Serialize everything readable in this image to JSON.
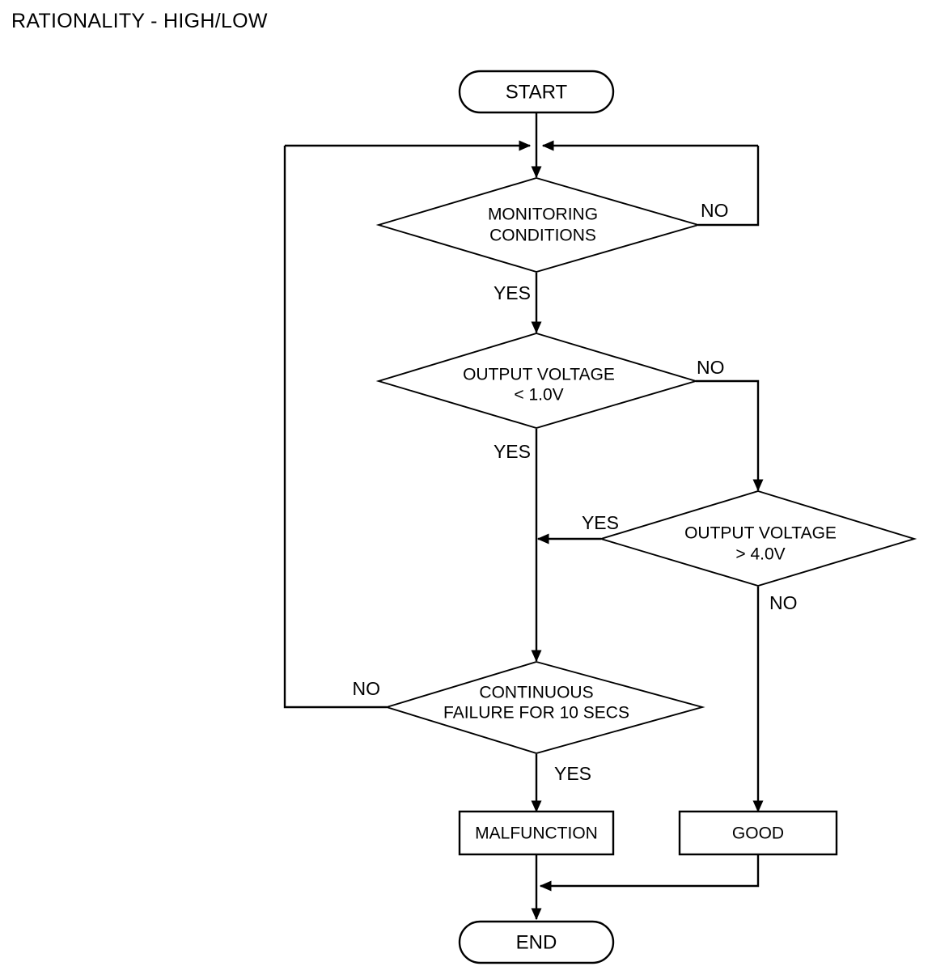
{
  "title": "RATIONALITY - HIGH/LOW",
  "colors": {
    "stroke": "#000000",
    "fill": "#ffffff",
    "text": "#000000"
  },
  "chart_data": {
    "type": "diagram",
    "diagram_type": "flowchart",
    "title": "RATIONALITY - HIGH/LOW",
    "nodes": [
      {
        "id": "start",
        "shape": "terminator",
        "label": "START"
      },
      {
        "id": "monitoring",
        "shape": "decision",
        "label": "MONITORING CONDITIONS"
      },
      {
        "id": "low_voltage",
        "shape": "decision",
        "label": "OUTPUT VOLTAGE < 1.0V"
      },
      {
        "id": "high_voltage",
        "shape": "decision",
        "label": "OUTPUT VOLTAGE > 4.0V"
      },
      {
        "id": "continuous_failure",
        "shape": "decision",
        "label": "CONTINUOUS FAILURE FOR 10 SECS"
      },
      {
        "id": "malfunction",
        "shape": "process",
        "label": "MALFUNCTION"
      },
      {
        "id": "good",
        "shape": "process",
        "label": "GOOD"
      },
      {
        "id": "end",
        "shape": "terminator",
        "label": "END"
      }
    ],
    "edges": [
      {
        "from": "start",
        "to": "monitoring",
        "label": ""
      },
      {
        "from": "monitoring",
        "to": "low_voltage",
        "label": "YES"
      },
      {
        "from": "monitoring",
        "to": "monitoring",
        "label": "NO"
      },
      {
        "from": "low_voltage",
        "to": "continuous_failure",
        "label": "YES"
      },
      {
        "from": "low_voltage",
        "to": "high_voltage",
        "label": "NO"
      },
      {
        "from": "high_voltage",
        "to": "continuous_failure",
        "label": "YES"
      },
      {
        "from": "high_voltage",
        "to": "good",
        "label": "NO"
      },
      {
        "from": "continuous_failure",
        "to": "monitoring",
        "label": "NO"
      },
      {
        "from": "continuous_failure",
        "to": "malfunction",
        "label": "YES"
      },
      {
        "from": "malfunction",
        "to": "end",
        "label": ""
      },
      {
        "from": "good",
        "to": "end",
        "label": ""
      }
    ]
  },
  "nodes": {
    "start": {
      "label": "START"
    },
    "monitoring": {
      "line1": "MONITORING",
      "line2": "CONDITIONS"
    },
    "low_voltage": {
      "line1": "OUTPUT VOLTAGE",
      "line2": "< 1.0V"
    },
    "high_voltage": {
      "line1": "OUTPUT VOLTAGE",
      "line2": "> 4.0V"
    },
    "continuous_failure": {
      "line1": "CONTINUOUS",
      "line2": "FAILURE FOR 10 SECS"
    },
    "malfunction": {
      "label": "MALFUNCTION"
    },
    "good": {
      "label": "GOOD"
    },
    "end": {
      "label": "END"
    }
  },
  "edge_labels": {
    "monitoring_no": "NO",
    "monitoring_yes": "YES",
    "low_voltage_no": "NO",
    "low_voltage_yes": "YES",
    "high_voltage_yes": "YES",
    "high_voltage_no": "NO",
    "continuous_failure_no": "NO",
    "continuous_failure_yes": "YES"
  }
}
